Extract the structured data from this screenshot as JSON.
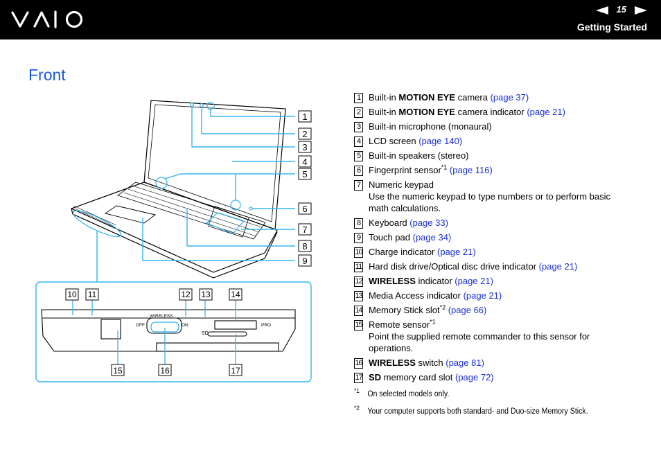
{
  "header": {
    "logo_text": "VAIO",
    "page_number": "15",
    "section": "Getting Started",
    "colors": {
      "bar": "#000000",
      "title": "#1a5bd6",
      "link": "#1a2fd8",
      "callout": "#33b5f0"
    }
  },
  "title": "Front",
  "callout_labels": [
    "1",
    "2",
    "3",
    "4",
    "5",
    "6",
    "7",
    "8",
    "9",
    "10",
    "11",
    "12",
    "13",
    "14",
    "15",
    "16",
    "17"
  ],
  "panel": {
    "wireless": "WIRELESS",
    "off": "OFF",
    "on": "ON",
    "sd": "SD",
    "pro": "PRO"
  },
  "items": [
    {
      "num": "1",
      "pre": "Built-in ",
      "bold": "MOTION EYE",
      "post": " camera ",
      "link": "(page 37)"
    },
    {
      "num": "2",
      "pre": "Built-in ",
      "bold": "MOTION EYE",
      "post": " camera indicator ",
      "link": "(page 21)"
    },
    {
      "num": "3",
      "pre": "Built-in microphone (monaural)"
    },
    {
      "num": "4",
      "pre": "LCD screen ",
      "link": "(page 140)"
    },
    {
      "num": "5",
      "pre": "Built-in speakers (stereo)"
    },
    {
      "num": "6",
      "pre": "Fingerprint sensor",
      "sup": "*1",
      "post": " ",
      "link": "(page 116)"
    },
    {
      "num": "7",
      "pre": "Numeric keypad",
      "desc": "Use the numeric keypad to type numbers or to perform basic math calculations."
    },
    {
      "num": "8",
      "pre": "Keyboard ",
      "link": "(page 33)"
    },
    {
      "num": "9",
      "pre": "Touch pad ",
      "link": "(page 34)"
    },
    {
      "num": "10",
      "pre": "Charge indicator ",
      "link": "(page 21)"
    },
    {
      "num": "11",
      "pre": "Hard disk drive/Optical disc drive indicator ",
      "link": "(page 21)"
    },
    {
      "num": "12",
      "bold": "WIRELESS",
      "post": " indicator ",
      "link": "(page 21)"
    },
    {
      "num": "13",
      "pre": "Media Access indicator ",
      "link": "(page 21)"
    },
    {
      "num": "14",
      "pre": "Memory Stick slot",
      "sup": "*2",
      "post": " ",
      "link": "(page 66)"
    },
    {
      "num": "15",
      "pre": "Remote sensor",
      "sup": "*1",
      "desc": "Point the supplied remote commander to this sensor for operations."
    },
    {
      "num": "16",
      "bold": "WIRELESS",
      "post": " switch ",
      "link": "(page 81)"
    },
    {
      "num": "17",
      "bold": "SD",
      "post": " memory card slot ",
      "link": "(page 72)"
    }
  ],
  "footnotes": [
    {
      "mark": "*1",
      "text": "On selected models only."
    },
    {
      "mark": "*2",
      "text": "Your computer supports both standard- and Duo-size Memory Stick."
    }
  ]
}
